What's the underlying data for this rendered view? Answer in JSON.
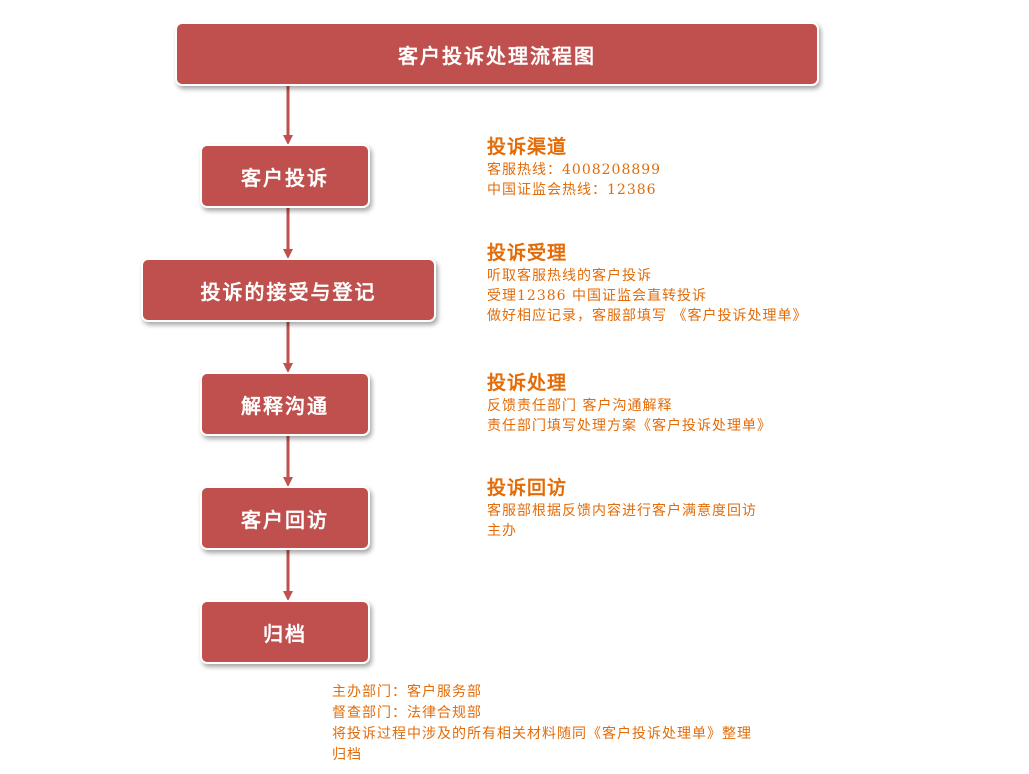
{
  "colors": {
    "box_fill": "#c0504d",
    "arrow": "#c0504d",
    "note_text": "#e36c09"
  },
  "title": "客户投诉处理流程图",
  "steps": [
    "客户投诉",
    "投诉的接受与登记",
    "解释沟通",
    "客户回访",
    "归档"
  ],
  "notes": [
    {
      "title": "投诉渠道",
      "lines": [
        "客服热线：4008208899",
        "中国证监会热线：12386"
      ]
    },
    {
      "title": "投诉受理",
      "lines": [
        "听取客服热线的客户投诉",
        "受理12386 中国证监会直转投诉",
        "做好相应记录，客服部填写 《客户投诉处理单》"
      ]
    },
    {
      "title": "投诉处理",
      "lines": [
        "反馈责任部门 客户沟通解释",
        "责任部门填写处理方案《客户投诉处理单》"
      ]
    },
    {
      "title": "投诉回访",
      "lines": [
        "客服部根据反馈内容进行客户满意度回访",
        "主办"
      ]
    }
  ],
  "footer": {
    "lines": [
      "主办部门：客户服务部",
      "督查部门：法律合规部",
      "将投诉过程中涉及的所有相关材料随同《客户投诉处理单》整理",
      "归档"
    ]
  }
}
